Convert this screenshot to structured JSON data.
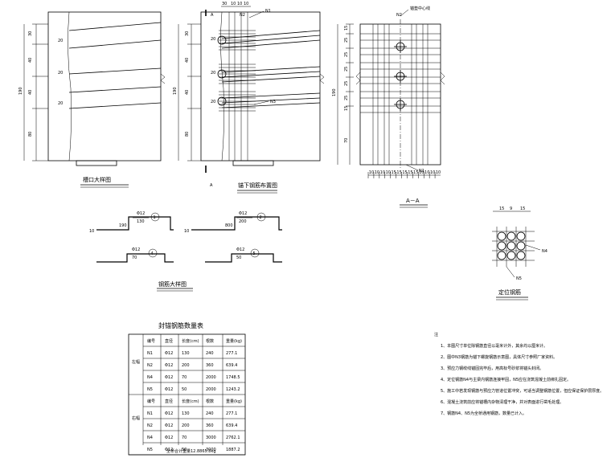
{
  "titles": {
    "cornice_detail": "槽口大样图",
    "anchor_rebar_layout": "锚下钢筋布置图",
    "section_aa": "A－A",
    "rebar_detail": "钢筋大样图",
    "positioning_rebar": "定位钢筋",
    "table_title": "封锚钢筋数量表"
  },
  "cornice_dims": {
    "d1": "30",
    "d2": "40",
    "d3": "40",
    "d4": "80",
    "total": "190",
    "angle1": "20",
    "angle2": "20",
    "angle3": "20"
  },
  "anchor_dims": {
    "top1": "30",
    "top2": "10",
    "top3": "10",
    "top4": "10",
    "d1": "30",
    "d2": "40",
    "d3": "40",
    "d4": "80",
    "total": "190",
    "section_label_top": "A",
    "section_label_bottom": "A",
    "n1": "N1",
    "n2": "N2",
    "n3": "N3",
    "a1": "20",
    "a2": "20",
    "a3": "20"
  },
  "aa_dims": {
    "label_n2": "N2",
    "label_n1": "N1",
    "label_top": "锚垫中心线",
    "left": [
      "15",
      "25",
      "25",
      "25",
      "25",
      "25",
      "15"
    ],
    "left_total": "190",
    "left_bottom": "70",
    "bottom": [
      "10",
      "10",
      "10",
      "10",
      "15",
      "15",
      "15",
      "15",
      "15",
      "10",
      "10",
      "10",
      "10"
    ]
  },
  "rebar_shapes": [
    {
      "dia": "Φ12",
      "length": "130",
      "span": "190",
      "end": "10",
      "num": "1"
    },
    {
      "dia": "Φ12",
      "length": "200",
      "span": "800",
      "end": "10",
      "num": "2"
    },
    {
      "dia": "Φ12",
      "length": "70",
      "num": "4"
    },
    {
      "dia": "Φ12",
      "length": "50",
      "num": "5"
    }
  ],
  "positioning": {
    "d1": "15",
    "d2": "9",
    "d3": "15",
    "n4": "N4",
    "n5": "N5"
  },
  "table": {
    "headers": [
      "编号",
      "直径",
      "长度(cm)",
      "根数",
      "重量(kg)"
    ],
    "group1_label": "左幅",
    "group2_label": "右幅",
    "group1": [
      [
        "N1",
        "Φ12",
        "130",
        "240",
        "277.1"
      ],
      [
        "N2",
        "Φ12",
        "200",
        "360",
        "639.4"
      ],
      [
        "N4",
        "Φ12",
        "70",
        "2000",
        "1748.5"
      ],
      [
        "N5",
        "Φ12",
        "50",
        "2000",
        "1243.2"
      ]
    ],
    "group2": [
      [
        "N1",
        "Φ12",
        "130",
        "240",
        "277.1"
      ],
      [
        "N2",
        "Φ12",
        "200",
        "360",
        "639.4"
      ],
      [
        "N4",
        "Φ12",
        "70",
        "3000",
        "2762.1"
      ],
      [
        "N5",
        "Φ12",
        "50",
        "3000",
        "1887.2"
      ]
    ],
    "total": "全桥合计重量12.8865.8kg"
  },
  "notes": {
    "title": "注",
    "items": [
      "1、本图尺寸单位除钢筋直径以毫米计外，其余均以厘米计。",
      "2、图中N3钢筋为锚下螺旋钢筋示意图，具体尺寸参照厂家资料。",
      "3、预应力钢绞线锚固完毕后，用高标号砂浆将锚头封闭。",
      "4、定位钢筋N4与主梁内钢筋连接牢固，N5应在浇筑混凝土前绑扎固定。",
      "5、施工中若发现钢筋与预应力管道位置冲突，可适当调整钢筋位置，但应保证保护层厚度。",
      "6、混凝土浇筑前应将锚槽内杂物清理干净，并对表面进行凿毛处理。",
      "7、钢筋N4、N5为全桥通用钢筋，数量已计入。"
    ]
  }
}
